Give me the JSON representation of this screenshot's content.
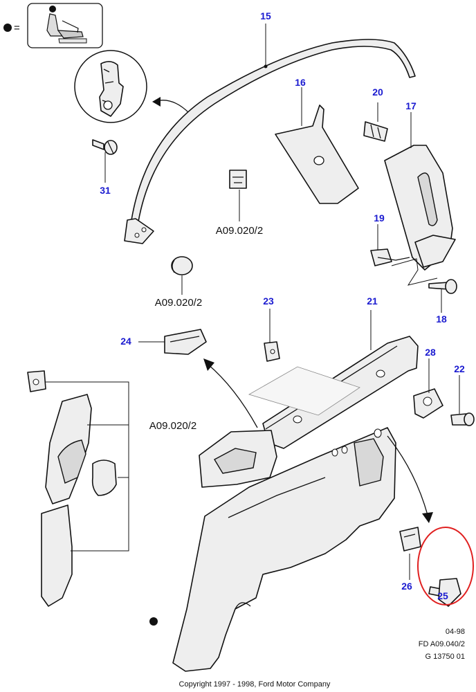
{
  "legend": {
    "equals_sign": "="
  },
  "callouts": {
    "c15": "15",
    "c16": "16",
    "c17": "17",
    "c18": "18",
    "c19": "19",
    "c20": "20",
    "c21": "21",
    "c22": "22",
    "c23": "23",
    "c24": "24",
    "c25": "25",
    "c26": "26",
    "c28": "28",
    "c31": "31"
  },
  "references": {
    "ref_a": "A09.020/2",
    "ref_b": "A09.020/2",
    "ref_c": "A09.020/2"
  },
  "drawing_info": {
    "date": "04-98",
    "doc_number": "FD A09.040/2",
    "drawing_id": "G 13750 01"
  },
  "copyright": "Copyright 1997 - 1998, Ford Motor Company",
  "highlight": {
    "part": "25",
    "color": "#e02020"
  },
  "callout_color": "#1a1ad0"
}
